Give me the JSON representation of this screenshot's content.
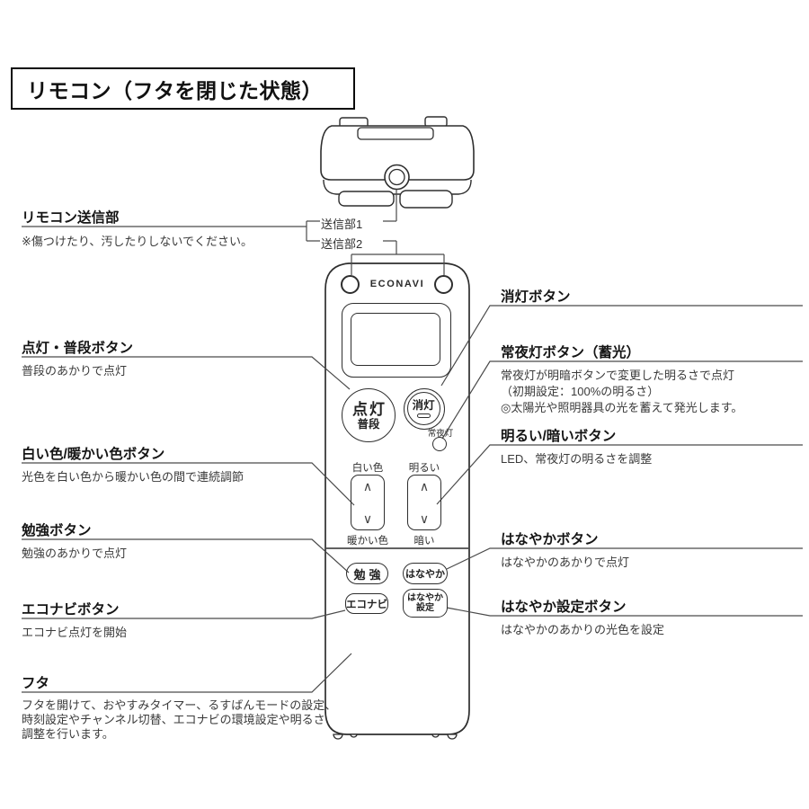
{
  "title": "リモコン（フタを閉じた状態）",
  "colors": {
    "line_art": "#2e2e2e",
    "connector": "#4a4a4a",
    "text": "#222222",
    "background": "#ffffff"
  },
  "top_view": {
    "transmitter1_label": "送信部1",
    "transmitter2_label": "送信部2"
  },
  "left_labels": [
    {
      "heading": "リモコン送信部",
      "lines": [
        "※傷つけたり、汚したりしないでください。"
      ]
    },
    {
      "heading": "点灯・普段ボタン",
      "lines": [
        "普段のあかりで点灯"
      ]
    },
    {
      "heading": "白い色/暖かい色ボタン",
      "lines": [
        "光色を白い色から暖かい色の間で連続調節"
      ]
    },
    {
      "heading": "勉強ボタン",
      "lines": [
        "勉強のあかりで点灯"
      ]
    },
    {
      "heading": "エコナビボタン",
      "lines": [
        "エコナビ点灯を開始"
      ]
    },
    {
      "heading": "フタ",
      "lines": [
        "フタを開けて、おやすみタイマー、るすばんモードの設定、",
        "時刻設定やチャンネル切替、エコナビの環境設定や明るさ",
        "調整を行います。"
      ]
    }
  ],
  "right_labels": [
    {
      "heading": "消灯ボタン",
      "lines": []
    },
    {
      "heading": "常夜灯ボタン（蓄光）",
      "lines": [
        "常夜灯が明暗ボタンで変更した明るさで点灯",
        "（初期設定：100%の明るさ）",
        "◎太陽光や照明器具の光を蓄えて発光します。"
      ]
    },
    {
      "heading": "明るい/暗いボタン",
      "lines": [
        "LED、常夜灯の明るさを調整"
      ]
    },
    {
      "heading": "はなやかボタン",
      "lines": [
        "はなやかのあかりで点灯"
      ]
    },
    {
      "heading": "はなやか設定ボタン",
      "lines": [
        "はなやかのあかりの光色を設定"
      ]
    }
  ],
  "remote": {
    "brand": "ECONAVI",
    "on_main": "点灯",
    "on_sub": "普段",
    "off": "消灯",
    "night": "常夜灯",
    "white": "白い色",
    "warm": "暖かい色",
    "bright": "明るい",
    "dark": "暗い",
    "study": "勉強",
    "hanayaka": "はなやか",
    "econavi": "エコナビ",
    "hanayaka_set_1": "はなやか",
    "hanayaka_set_2": "設定"
  },
  "icons": {
    "chevron_up": "∧",
    "chevron_down": "∨"
  }
}
